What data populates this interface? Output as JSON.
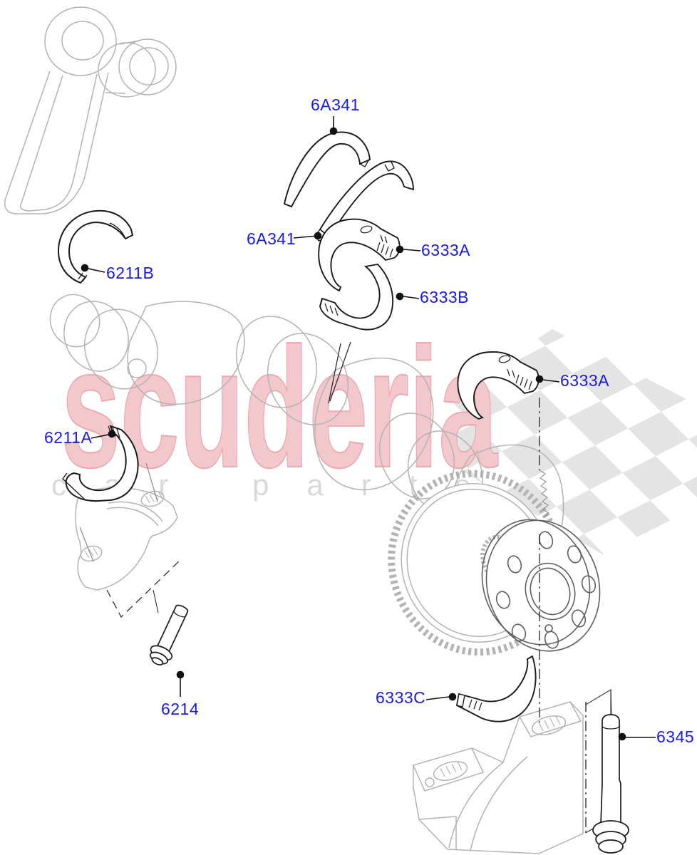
{
  "watermark": {
    "brand": "scuderia",
    "tagline": "car parts"
  },
  "callouts": [
    {
      "id": "6a341-top",
      "label": "6A341"
    },
    {
      "id": "6a341-left",
      "label": "6A341"
    },
    {
      "id": "6333a-upper",
      "label": "6333A"
    },
    {
      "id": "6333b",
      "label": "6333B"
    },
    {
      "id": "6211b",
      "label": "6211B"
    },
    {
      "id": "6211a",
      "label": "6211A"
    },
    {
      "id": "6333a-right",
      "label": "6333A"
    },
    {
      "id": "6333c",
      "label": "6333C"
    },
    {
      "id": "6214",
      "label": "6214"
    },
    {
      "id": "6345",
      "label": "6345"
    }
  ],
  "colors": {
    "callout_text": "#1b1bdd",
    "brand_fill": "#f3c8cd",
    "brand_stroke": "#eaa9b1",
    "tagline": "#d9d9d9",
    "line_light": "#b3b3b3",
    "line_dark": "#1a1a1a",
    "flange_gray": "#5f5f5f",
    "flag_gray": "#e4e4e4"
  }
}
